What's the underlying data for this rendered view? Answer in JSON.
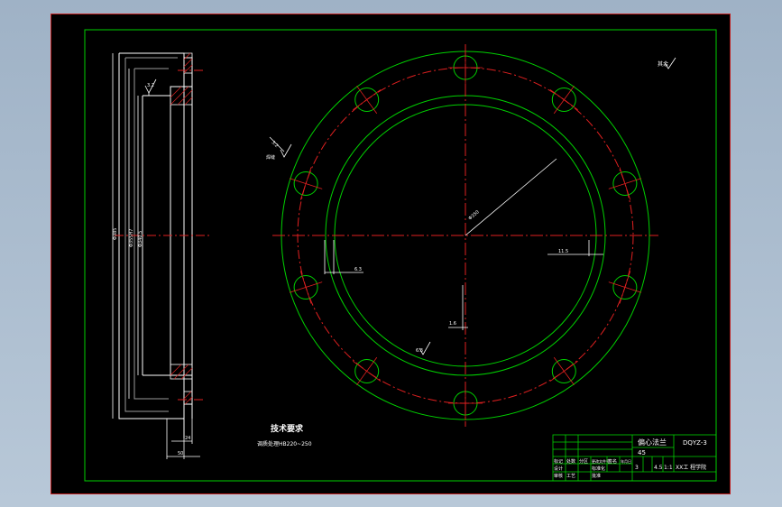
{
  "drawing": {
    "tech_title": "技术要求",
    "tech_note": "调质处理HB220~250",
    "dims_left": [
      "Φ385",
      "Φ355H7",
      "Φ340.5"
    ],
    "dims_bottom": [
      "24",
      "50"
    ],
    "dims_front": [
      "Φ350",
      "6.3",
      "11.5",
      "1.6"
    ],
    "surface_marks": [
      "3.2",
      "6.3",
      "3.2"
    ],
    "weld_label": "其余",
    "weld_label2": "焊缝"
  },
  "title_block": {
    "part_name": "偏心法兰",
    "drawing_no": "DQYZ-3",
    "material": "45",
    "scale_a": "3",
    "scale_b": "4.5",
    "scale_c": "1:1",
    "company": "XX工 程学院",
    "row_labels": [
      "标记",
      "设计",
      "审核",
      "工艺"
    ],
    "col_labels": [
      "处数",
      "分区",
      "更改文件号",
      "签名",
      "年月日"
    ],
    "mid_labels": [
      "标准化",
      "批准"
    ]
  }
}
